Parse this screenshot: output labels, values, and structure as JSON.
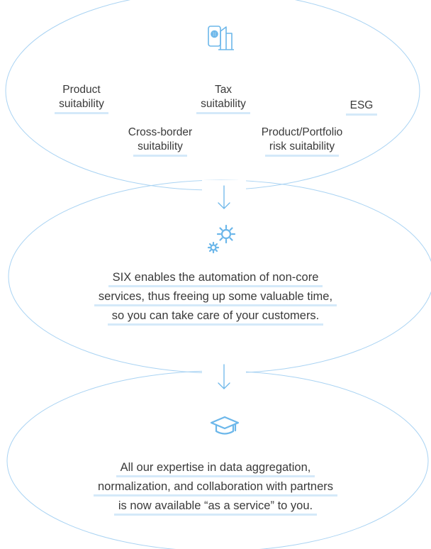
{
  "colors": {
    "outline": "#a9d3f3",
    "icon": "#6cb7ea",
    "underline": "#d4e9f9",
    "text": "#3a3a3a"
  },
  "section1": {
    "icon": "smartphone-building-icon",
    "items": [
      {
        "line1": "Product",
        "line2": "suitability"
      },
      {
        "line1": "Tax",
        "line2": "suitability"
      },
      {
        "line1": "ESG",
        "line2": ""
      },
      {
        "line1": "Cross-border",
        "line2": "suitability"
      },
      {
        "line1": "Product/Portfolio",
        "line2": "risk suitability"
      }
    ]
  },
  "section2": {
    "icon": "gears-icon",
    "lines": [
      "SIX enables the automation of non-core",
      "services, thus freeing up some valuable time,",
      "so you can take care of your customers."
    ]
  },
  "section3": {
    "icon": "graduation-cap-icon",
    "lines": [
      "All our expertise in data aggregation,",
      "normalization, and collaboration with partners",
      "is now available “as a service” to you."
    ]
  }
}
